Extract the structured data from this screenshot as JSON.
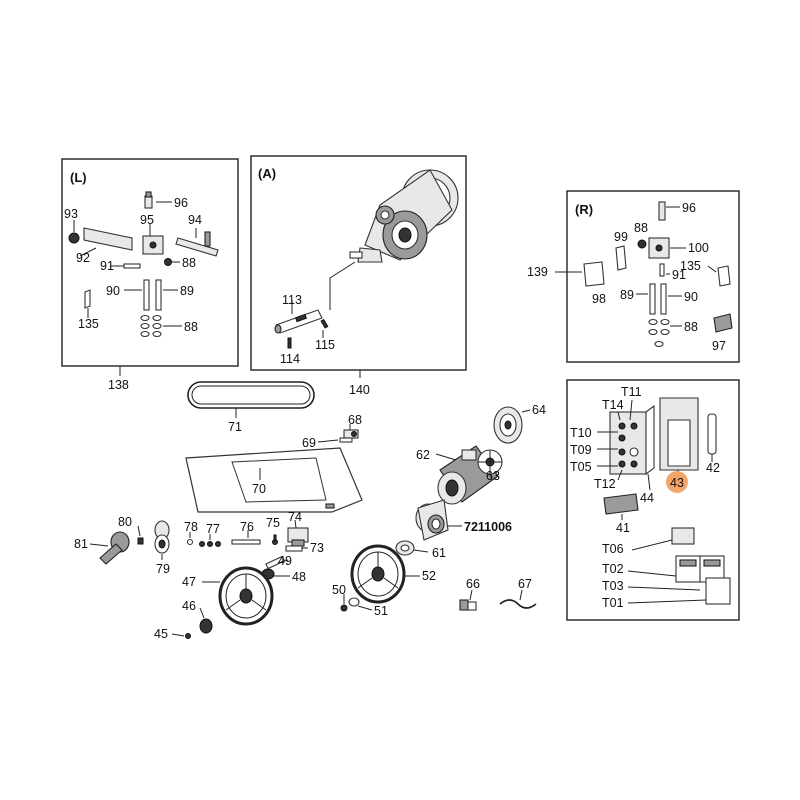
{
  "panels": {
    "left": {
      "header": "(L)",
      "ref": "138"
    },
    "motor_a": {
      "header": "(A)",
      "ref": "140"
    },
    "right": {
      "header": "(R)",
      "ref": "139"
    }
  },
  "highlight": {
    "label": "43",
    "color": "#f4a56a"
  },
  "labels": {
    "l96": "96",
    "l93": "93",
    "l95": "95",
    "l94": "94",
    "l92": "92",
    "l91": "91",
    "l88a": "88",
    "l90": "90",
    "l89": "89",
    "l135": "135",
    "l88b": "88",
    "a113": "113",
    "a114": "114",
    "a115": "115",
    "r96": "96",
    "r99": "99",
    "r88a": "88",
    "r100": "100",
    "r91": "91",
    "r135": "135",
    "r98": "98",
    "r89": "89",
    "r90": "90",
    "r88b": "88",
    "r97": "97",
    "t11": "T11",
    "t14": "T14",
    "t10": "T10",
    "t09": "T09",
    "t05": "T05",
    "t12": "T12",
    "p42": "42",
    "p44": "44",
    "p41": "41",
    "t06": "T06",
    "t02": "T02",
    "t03": "T03",
    "t01": "T01",
    "p71": "71",
    "p68": "68",
    "p69": "69",
    "p70": "70",
    "p64": "64",
    "p62": "62",
    "p63": "63",
    "pcode": "7211006",
    "p80": "80",
    "p81": "81",
    "p79": "79",
    "p78": "78",
    "p77": "77",
    "p76": "76",
    "p75": "75",
    "p74": "74",
    "p73": "73",
    "p49": "49",
    "p48": "48",
    "p47": "47",
    "p46": "46",
    "p45": "45",
    "p61": "61",
    "p52": "52",
    "p50": "50",
    "p51": "51",
    "p66": "66",
    "p67": "67"
  }
}
